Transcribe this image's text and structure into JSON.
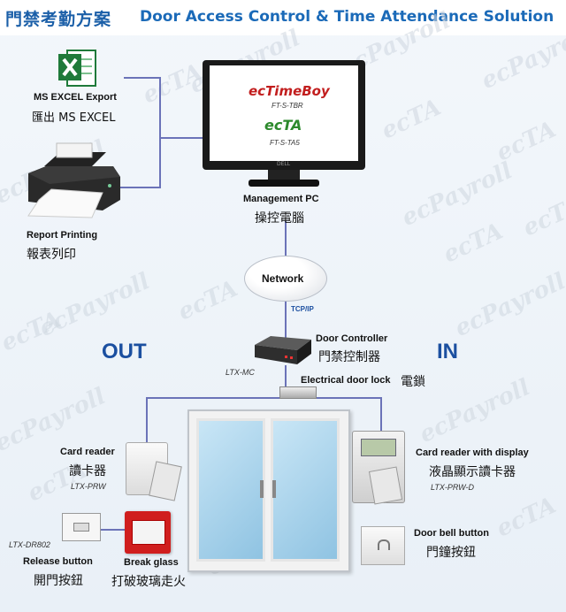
{
  "title": {
    "cn": "門禁考勤方案",
    "en": "Door Access Control &  Time Attendance Solution"
  },
  "watermark": [
    "ecPayroll",
    "ecTA"
  ],
  "excel": {
    "en": "MS EXCEL Export",
    "cn": "匯出 MS EXCEL",
    "icon": "excel-icon"
  },
  "printer": {
    "en": "Report Printing",
    "cn": "報表列印",
    "icon": "printer-icon"
  },
  "monitor": {
    "app1": "ecTimeBoy",
    "app1_code": "FT-S-TBR",
    "app2": "ecTA",
    "app2_code": "FT-S-TA5",
    "brand": "DELL"
  },
  "pc": {
    "en": "Management PC",
    "cn": "操控電腦"
  },
  "network": {
    "label": "Network",
    "protocol": "TCP/IP"
  },
  "controller": {
    "en": "Door Controller",
    "cn": "門禁控制器",
    "model": "LTX-MC"
  },
  "direction": {
    "out": "OUT",
    "in": "IN"
  },
  "lock": {
    "en": "Electrical door lock",
    "cn": "電鎖"
  },
  "card_reader": {
    "en": "Card reader",
    "cn": "讀卡器",
    "model": "LTX-PRW"
  },
  "card_reader_display": {
    "en": "Card reader with display",
    "cn": "液晶顯示讀卡器",
    "model": "LTX-PRW-D"
  },
  "release": {
    "en": "Release button",
    "cn": "開門按鈕",
    "model": "LTX-DR802"
  },
  "break_glass": {
    "en": "Break glass",
    "cn": "打破玻璃走火"
  },
  "doorbell": {
    "en": "Door bell button",
    "cn": "門鐘按鈕"
  },
  "colors": {
    "accent": "#1b5fa8",
    "line": "#6b73b8",
    "excel": "#1f7a3a"
  }
}
